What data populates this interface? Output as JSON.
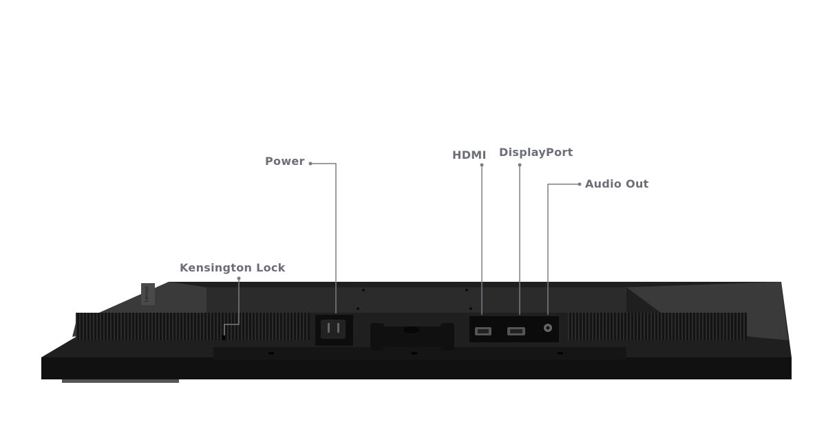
{
  "labels": {
    "power": "Power",
    "hdmi": "HDMI",
    "displayport": "DisplayPort",
    "audio_out": "Audio Out",
    "kensington_lock": "Kensington Lock"
  },
  "logo_text": "Lenovo",
  "colors": {
    "label": "#6b6f75",
    "leader_line": "#7a7e84",
    "monitor_body": "#1c1c1d",
    "monitor_top": "#2a2a2b"
  }
}
